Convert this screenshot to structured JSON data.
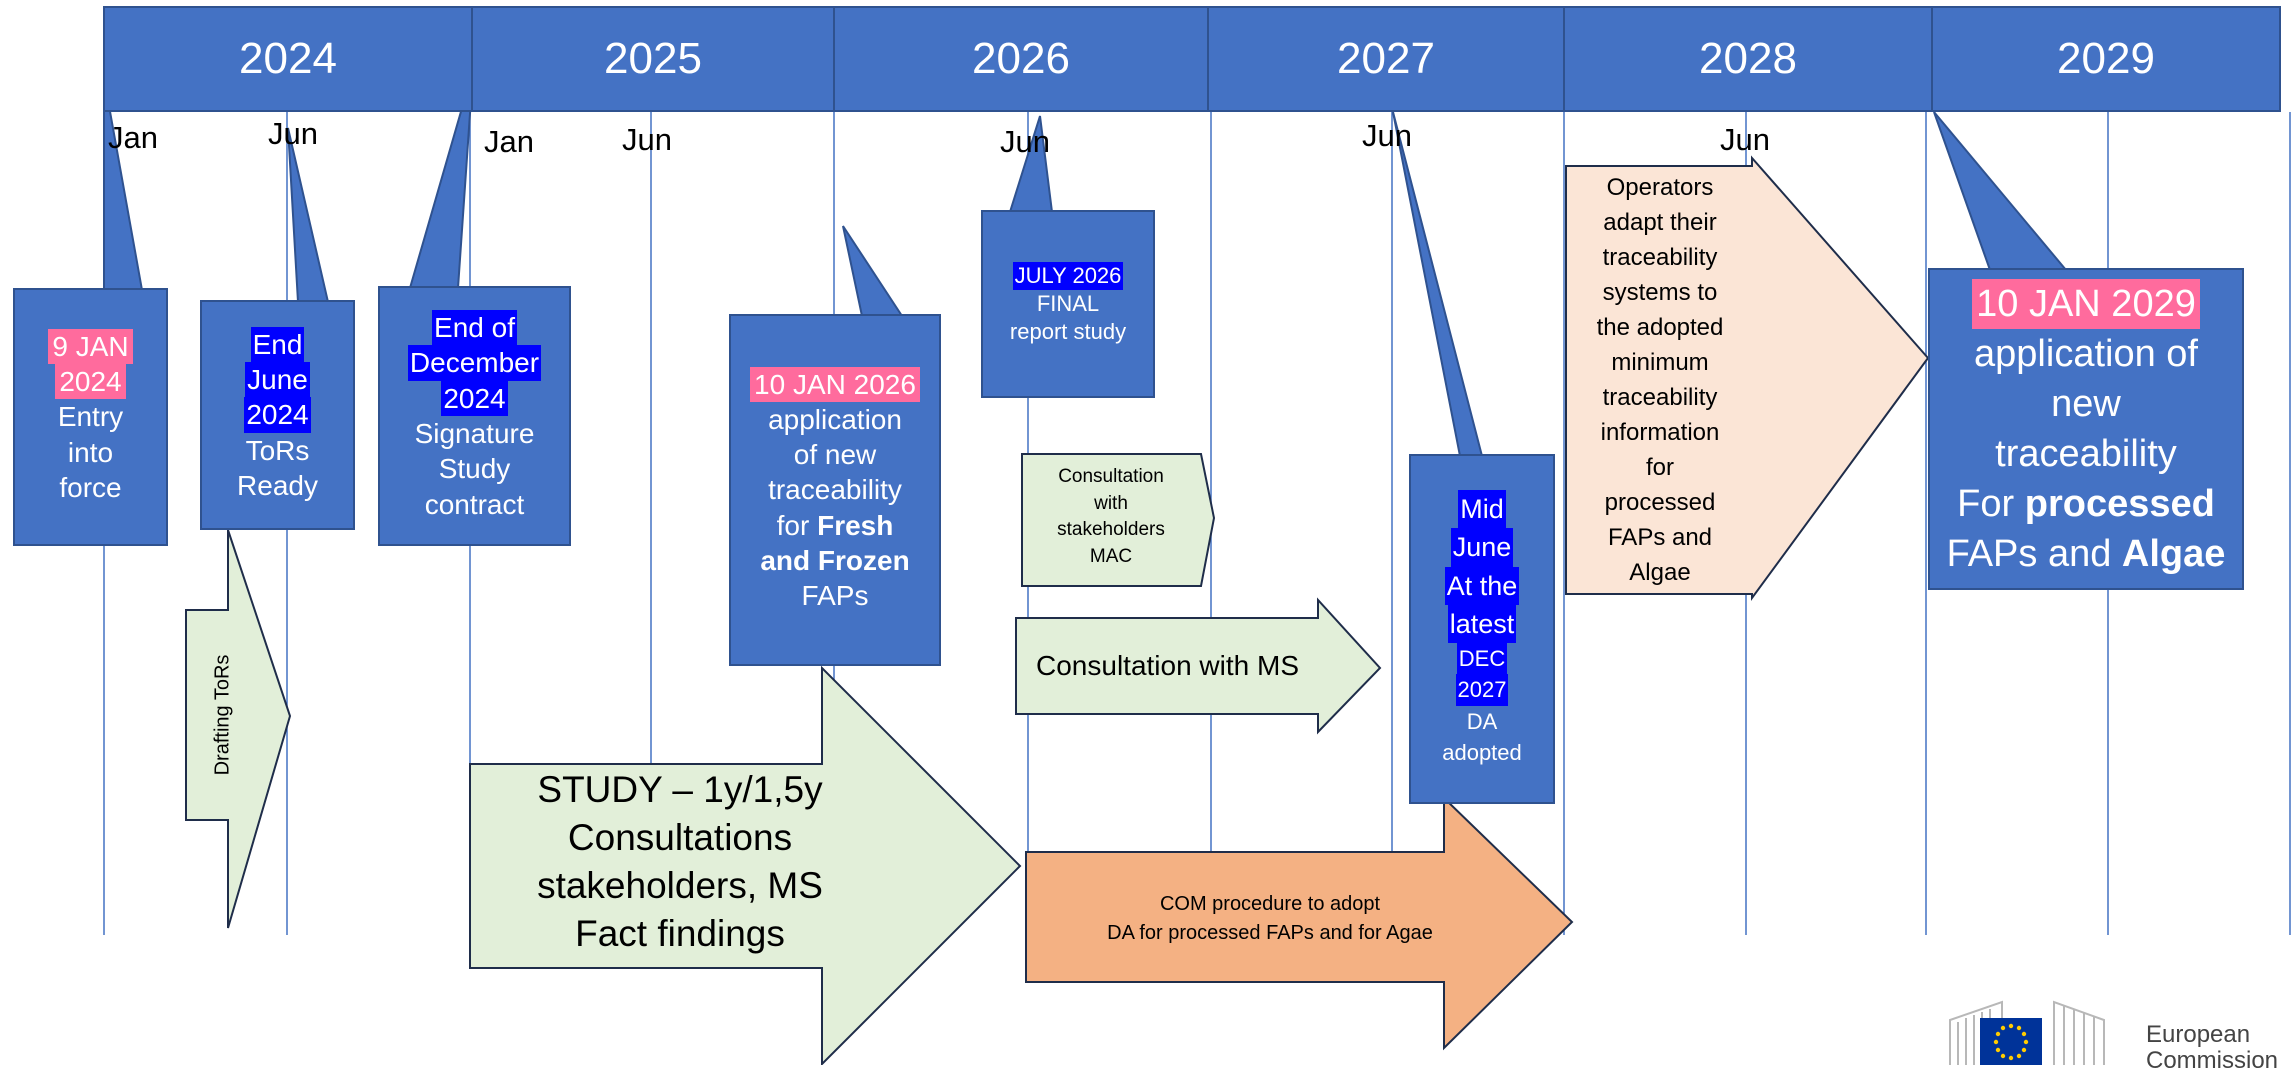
{
  "years": [
    "2024",
    "2025",
    "2026",
    "2027",
    "2028",
    "2029"
  ],
  "month_labels": {
    "jan_2024": "Jan",
    "jun_2024": "Jun",
    "jan_2025": "Jan",
    "jun_2025": "Jun",
    "jun_2026": "Jun",
    "jun_2027": "Jun",
    "jun_2028": "Jun"
  },
  "callouts": {
    "entry_into_force": {
      "date": [
        "9 JAN",
        "2024"
      ],
      "text": [
        "Entry",
        "into",
        "force"
      ]
    },
    "tors_ready": {
      "date": [
        "End",
        "June",
        "2024"
      ],
      "text": [
        "ToRs",
        "Ready"
      ]
    },
    "signature": {
      "date": [
        "End of",
        "December",
        "2024"
      ],
      "text": [
        "Signature",
        "Study",
        "contract"
      ]
    },
    "fresh_frozen": {
      "date": "10 JAN 2026",
      "text1": [
        "application",
        "of new",
        "traceability"
      ],
      "text2_prefix": "for ",
      "text2_bold": "Fresh",
      "text3_bold": "and Frozen",
      "text4": "FAPs"
    },
    "final_report": {
      "date": "JULY 2026",
      "text": [
        "FINAL",
        "report study"
      ]
    },
    "da_adopted": {
      "date": [
        "Mid",
        "June",
        "At  the",
        "latest",
        "DEC",
        "2027"
      ],
      "text": [
        "DA",
        "adopted"
      ]
    },
    "processed_2029": {
      "date": "10 JAN 2029",
      "text1": [
        "application of",
        "new",
        "traceability"
      ],
      "text2_prefix": "For ",
      "text2_bold": "processed",
      "text3_prefix": "FAPs and ",
      "text3_bold": "Algae"
    }
  },
  "arrows": {
    "drafting_tors": "Drafting ToRs",
    "study": [
      "STUDY – 1y/1,5y",
      "Consultations",
      "stakeholders, MS",
      "Fact findings"
    ],
    "consultation_mac": [
      "Consultation",
      "with",
      "stakeholders",
      "MAC"
    ],
    "consultation_ms": "Consultation with MS",
    "com_procedure": [
      "COM procedure to adopt",
      "DA  for processed FAPs and for Agae"
    ],
    "operators": [
      "Operators",
      "adapt their",
      "traceability",
      "systems to",
      "the adopted",
      "minimum",
      "traceability",
      "information",
      "for",
      "processed",
      "FAPs and",
      "Algae"
    ]
  },
  "logo": {
    "line1": "European",
    "line2": "Commission"
  },
  "colors": {
    "box_blue": "#4472c4",
    "box_border": "#2f528f",
    "light_green": "#e2efd9",
    "peach": "#fbe5d6",
    "orange": "#f4b183",
    "highlight_blue": "#0000ff",
    "highlight_pink": "#ff6b9d"
  }
}
